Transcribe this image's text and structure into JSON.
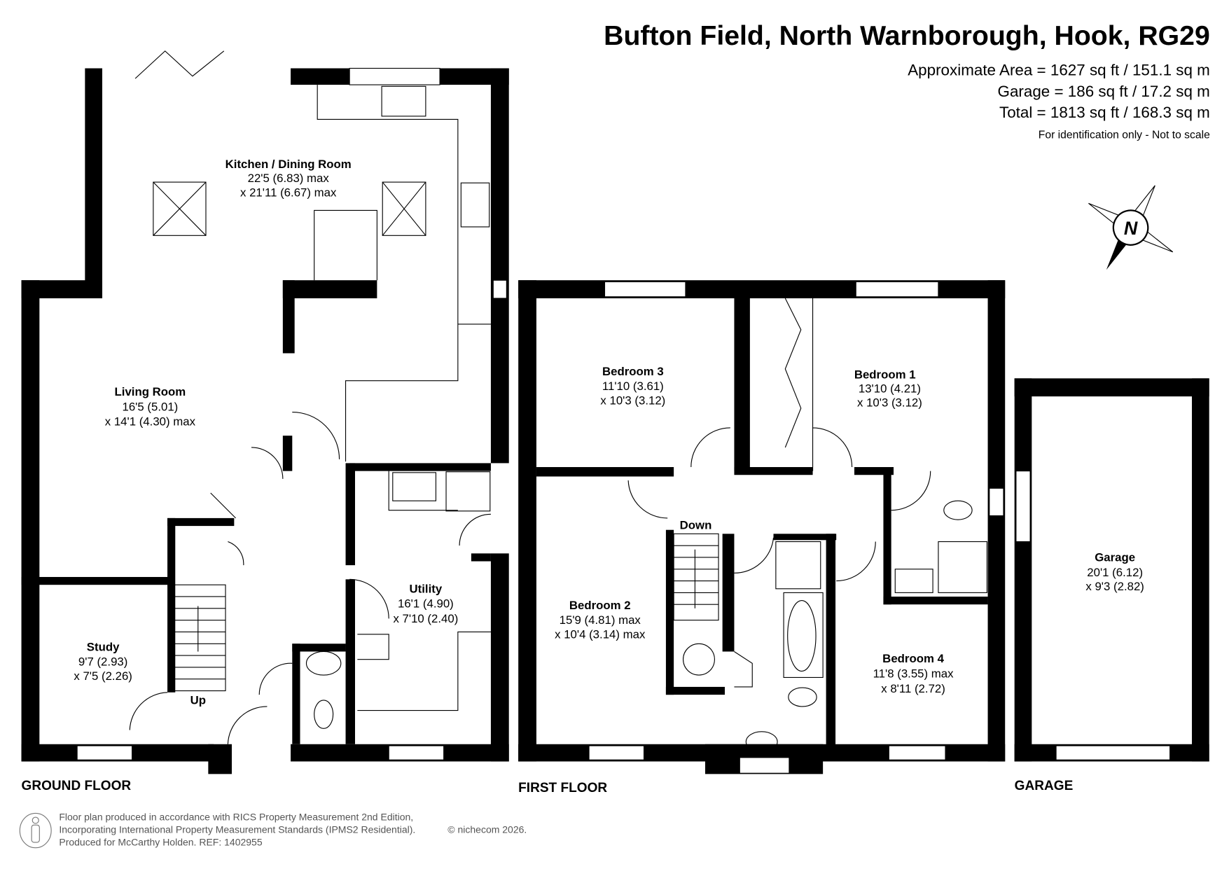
{
  "header": {
    "title": "Bufton Field, North Warnborough, Hook, RG29",
    "area": "Approximate Area = 1627 sq ft / 151.1 sq m",
    "garage": "Garage = 186 sq ft / 17.2 sq m",
    "total": "Total = 1813 sq ft / 168.3 sq m",
    "note": "For identification only - Not to scale"
  },
  "compass": {
    "label": "N"
  },
  "floors": {
    "ground": "GROUND FLOOR",
    "first": "FIRST FLOOR",
    "garage": "GARAGE"
  },
  "rooms": {
    "kitchen": {
      "name": "Kitchen / Dining Room",
      "d1": "22'5 (6.83) max",
      "d2": "x 21'11 (6.67) max"
    },
    "living": {
      "name": "Living Room",
      "d1": "16'5 (5.01)",
      "d2": "x 14'1 (4.30) max"
    },
    "study": {
      "name": "Study",
      "d1": "9'7 (2.93)",
      "d2": "x 7'5 (2.26)"
    },
    "utility": {
      "name": "Utility",
      "d1": "16'1 (4.90)",
      "d2": "x 7'10 (2.40)"
    },
    "bed3": {
      "name": "Bedroom 3",
      "d1": "11'10 (3.61)",
      "d2": "x 10'3 (3.12)"
    },
    "bed1": {
      "name": "Bedroom 1",
      "d1": "13'10 (4.21)",
      "d2": "x 10'3 (3.12)"
    },
    "bed2": {
      "name": "Bedroom 2",
      "d1": "15'9 (4.81) max",
      "d2": "x 10'4 (3.14) max"
    },
    "bed4": {
      "name": "Bedroom 4",
      "d1": "11'8 (3.55) max",
      "d2": "x 8'11 (2.72)"
    },
    "garage": {
      "name": "Garage",
      "d1": "20'1 (6.12)",
      "d2": "x 9'3 (2.82)"
    }
  },
  "stairs": {
    "up": "Up",
    "down": "Down"
  },
  "footer": {
    "l1": "Floor plan produced in accordance with RICS Property Measurement 2nd Edition,",
    "l2": "Incorporating International Property Measurement Standards (IPMS2 Residential).",
    "copyright": "© nichecom 2026.",
    "l3": "Produced for McCarthy Holden.   REF:  1402955"
  }
}
